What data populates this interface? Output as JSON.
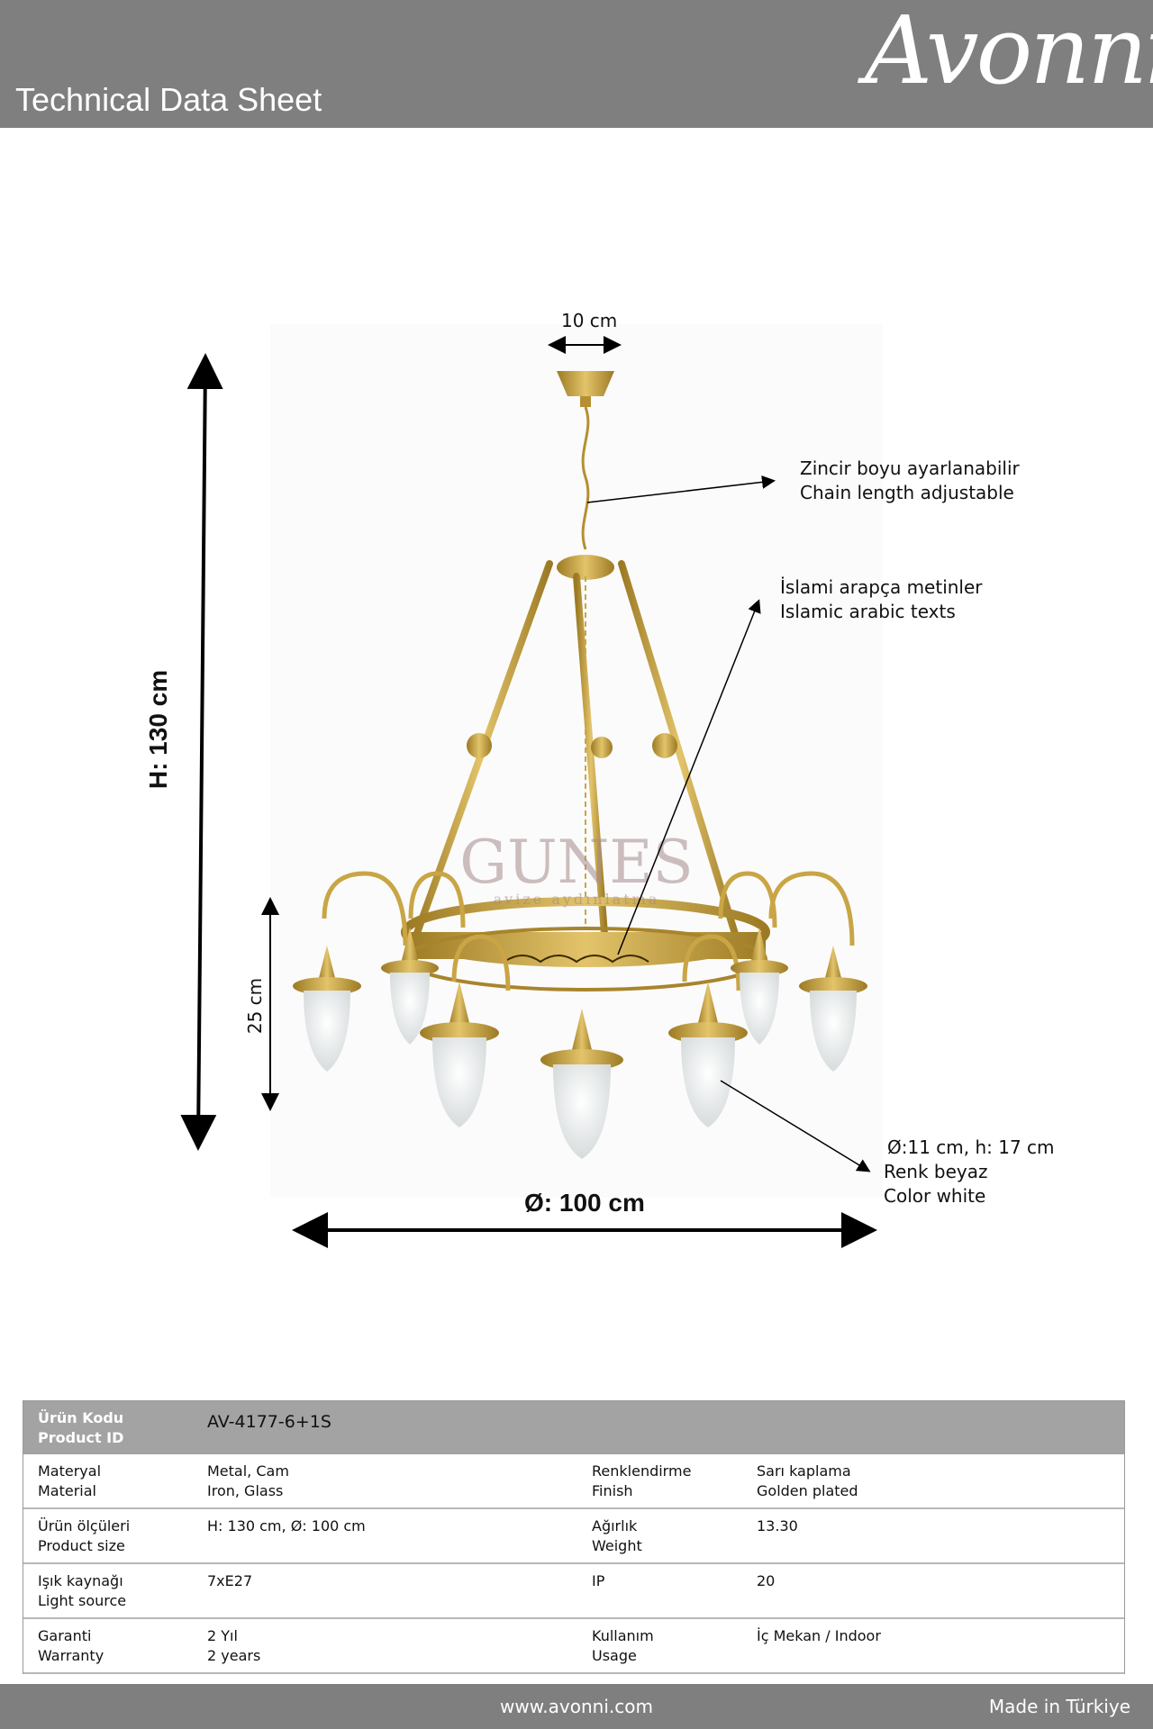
{
  "header": {
    "title": "Technical Data Sheet",
    "logo": "Avonni"
  },
  "figure": {
    "top_width": "10 cm",
    "height": "H: 130 cm",
    "lamp_height": "25 cm",
    "diameter": "Ø: 100 cm",
    "watermark_main": "GUNES",
    "watermark_sub": "avize aydınlatma",
    "callout_chain": [
      "Zincir boyu ayarlanabilir",
      "Chain length adjustable"
    ],
    "callout_texts": [
      "İslami arapça metinler",
      "Islamic arabic texts"
    ],
    "callout_glass": [
      "Ø:11 cm, h: 17 cm",
      "Renk beyaz",
      "Color white"
    ],
    "colors": {
      "brass": "#c9a545",
      "brass_dark": "#9c7a24",
      "glass": "#eef0f0"
    }
  },
  "specs": {
    "product_id_label": [
      "Ürün Kodu",
      "Product ID"
    ],
    "product_id": "AV-4177-6+1S",
    "rows": [
      {
        "k1": [
          "Materyal",
          "Material"
        ],
        "v1": [
          "Metal, Cam",
          "Iron, Glass"
        ],
        "k2": [
          "Renklendirme",
          "Finish"
        ],
        "v2": [
          "Sarı kaplama",
          "Golden plated"
        ]
      },
      {
        "k1": [
          "Ürün ölçüleri",
          "Product size"
        ],
        "v1": [
          "H: 130 cm, Ø: 100 cm",
          ""
        ],
        "k2": [
          "Ağırlık",
          "Weight"
        ],
        "v2": [
          "13.30",
          ""
        ]
      },
      {
        "k1": [
          "Işık kaynağı",
          "Light source"
        ],
        "v1": [
          "7xE27",
          ""
        ],
        "k2": [
          "IP",
          ""
        ],
        "v2": [
          "20",
          ""
        ]
      },
      {
        "k1": [
          "Garanti",
          "Warranty"
        ],
        "v1": [
          "2 Yıl",
          "2 years"
        ],
        "k2": [
          "Kullanım",
          "Usage"
        ],
        "v2": [
          "İç Mekan / Indoor",
          ""
        ]
      }
    ]
  },
  "footer": {
    "url": "www.avonni.com",
    "made": "Made in Türkiye"
  }
}
